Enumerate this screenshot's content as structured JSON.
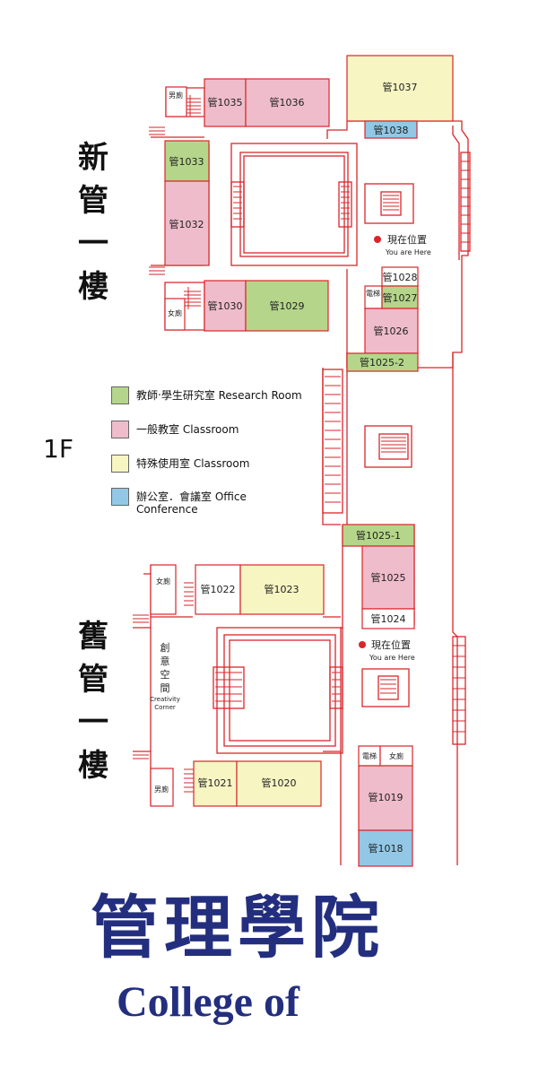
{
  "colors": {
    "research": "#b5d68a",
    "classroom": "#efbccb",
    "special": "#f7f5c2",
    "office": "#92c8e6",
    "wall": "#d9262b",
    "marker": "#d9262b",
    "title": "#232f7e"
  },
  "building_labels": {
    "new": [
      "新",
      "管",
      "一",
      "樓"
    ],
    "old": [
      "舊",
      "管",
      "一",
      "樓"
    ],
    "floor": "1F"
  },
  "legend": [
    {
      "label": "教師‧學生研究室 Research Room",
      "category": "research"
    },
    {
      "label": "一般教室 Classroom",
      "category": "classroom"
    },
    {
      "label": "特殊使用室 Classroom",
      "category": "special"
    },
    {
      "label": "辦公室．會議室 Office\nConference",
      "category": "office"
    }
  ],
  "rooms": {
    "r1037": "管1037",
    "r1038": "管1038",
    "r1035": "管1035",
    "r1036": "管1036",
    "r1033": "管1033",
    "r1032": "管1032",
    "r1030": "管1030",
    "r1029": "管1029",
    "r1028": "管1028",
    "r1027": "管1027",
    "r1026": "管1026",
    "r1025_2": "管1025-2",
    "r1025_1": "管1025-1",
    "r1025": "管1025",
    "r1024": "管1024",
    "r1022": "管1022",
    "r1023": "管1023",
    "r1021": "管1021",
    "r1020": "管1020",
    "r1019": "管1019",
    "r1018": "管1018"
  },
  "facilities": {
    "mens_room": "男廁",
    "womens_room": "女廁",
    "elevator": "電梯",
    "creativity_cn": [
      "創",
      "意",
      "空",
      "間"
    ],
    "creativity_en": [
      "Creativity",
      "Corner"
    ]
  },
  "you_are_here": {
    "cn": "現在位置",
    "en": "You are Here"
  },
  "title": {
    "cn": "管理學院",
    "en": "College of"
  }
}
